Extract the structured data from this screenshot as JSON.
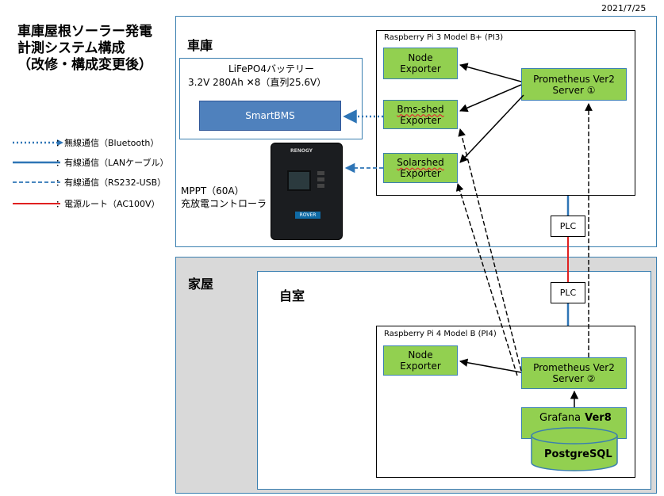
{
  "date": "2021/7/25",
  "title": {
    "line1": "車庫屋根ソーラー発電",
    "line2": "計測システム構成",
    "line3": "（改修・構成変更後）"
  },
  "legend": [
    {
      "label": "：無線通信（Bluetooth）",
      "style": "dotted",
      "color": "#2e75b6"
    },
    {
      "label": "：有線通信（LANケーブル）",
      "style": "solid",
      "color": "#2e75b6"
    },
    {
      "label": "：有線通信（RS232-USB）",
      "style": "dashed",
      "color": "#2e75b6"
    },
    {
      "label": "：電源ルート（AC100V）",
      "style": "solid",
      "color": "#e02020"
    }
  ],
  "garage": {
    "label": "車庫",
    "battery": {
      "line1": "LiFePO4バッテリー",
      "line2": "3.2V  280Ah  ✕8（直列25.6V）",
      "bms": "SmartBMS"
    },
    "mppt": {
      "line1": "MPPT（60A）",
      "line2": "充放電コントローラ",
      "brand": "RENOGY",
      "model": "ROVER"
    },
    "pi3": {
      "title": "Raspberry Pi 3 Model B+ (PI3)",
      "node": [
        "Node",
        "Exporter"
      ],
      "bms": [
        "Bms-shed",
        "Exporter"
      ],
      "solar": [
        "Solarshed",
        "Exporter"
      ],
      "prometheus": [
        "Prometheus Ver2",
        "Server ①"
      ]
    },
    "plc": "PLC"
  },
  "house": {
    "label": "家屋",
    "room": {
      "label": "自室",
      "plc": "PLC",
      "pi4": {
        "title": "Raspberry Pi 4 Model B (PI4)",
        "node": [
          "Node",
          "Exporter"
        ],
        "prometheus": [
          "Prometheus Ver2",
          "Server ②"
        ],
        "grafana": "Grafana",
        "grafana_ver": "Ver8",
        "postgres": "PostgreSQL"
      }
    }
  },
  "colors": {
    "blue": "#2e75b6",
    "red": "#e02020",
    "green": "#92d050",
    "bms_blue": "#4f81bd",
    "house_gray": "#d9d9d9"
  }
}
